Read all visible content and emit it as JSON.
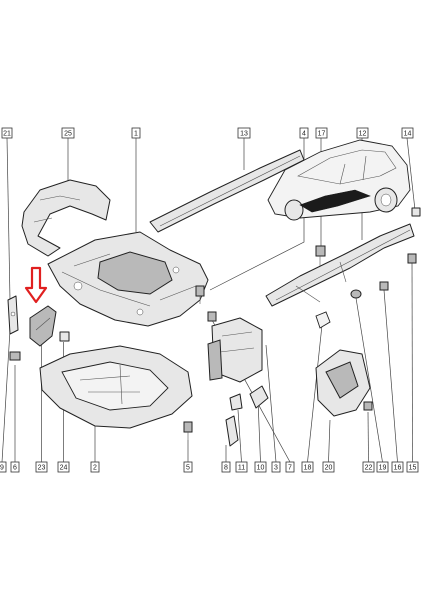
{
  "callouts": {
    "top": [
      {
        "id": "c21",
        "text": "21"
      },
      {
        "id": "c25",
        "text": "25"
      },
      {
        "id": "c1",
        "text": "1"
      },
      {
        "id": "c13",
        "text": "13"
      },
      {
        "id": "c4",
        "text": "4"
      },
      {
        "id": "c17",
        "text": "17"
      },
      {
        "id": "c12",
        "text": "12"
      },
      {
        "id": "c14",
        "text": "14"
      }
    ],
    "bottom": [
      {
        "id": "c9",
        "text": "9"
      },
      {
        "id": "c6",
        "text": "6"
      },
      {
        "id": "c23",
        "text": "23"
      },
      {
        "id": "c24",
        "text": "24"
      },
      {
        "id": "c2",
        "text": "2"
      },
      {
        "id": "c5",
        "text": "5"
      },
      {
        "id": "c8",
        "text": "8"
      },
      {
        "id": "c11",
        "text": "11"
      },
      {
        "id": "c10",
        "text": "10"
      },
      {
        "id": "c3",
        "text": "3"
      },
      {
        "id": "c7",
        "text": "7"
      },
      {
        "id": "c18",
        "text": "18"
      },
      {
        "id": "c20",
        "text": "20"
      },
      {
        "id": "c22",
        "text": "22"
      },
      {
        "id": "c19",
        "text": "19"
      },
      {
        "id": "c16",
        "text": "16"
      },
      {
        "id": "c15",
        "text": "15"
      }
    ]
  },
  "highlight_color": "#e02020"
}
